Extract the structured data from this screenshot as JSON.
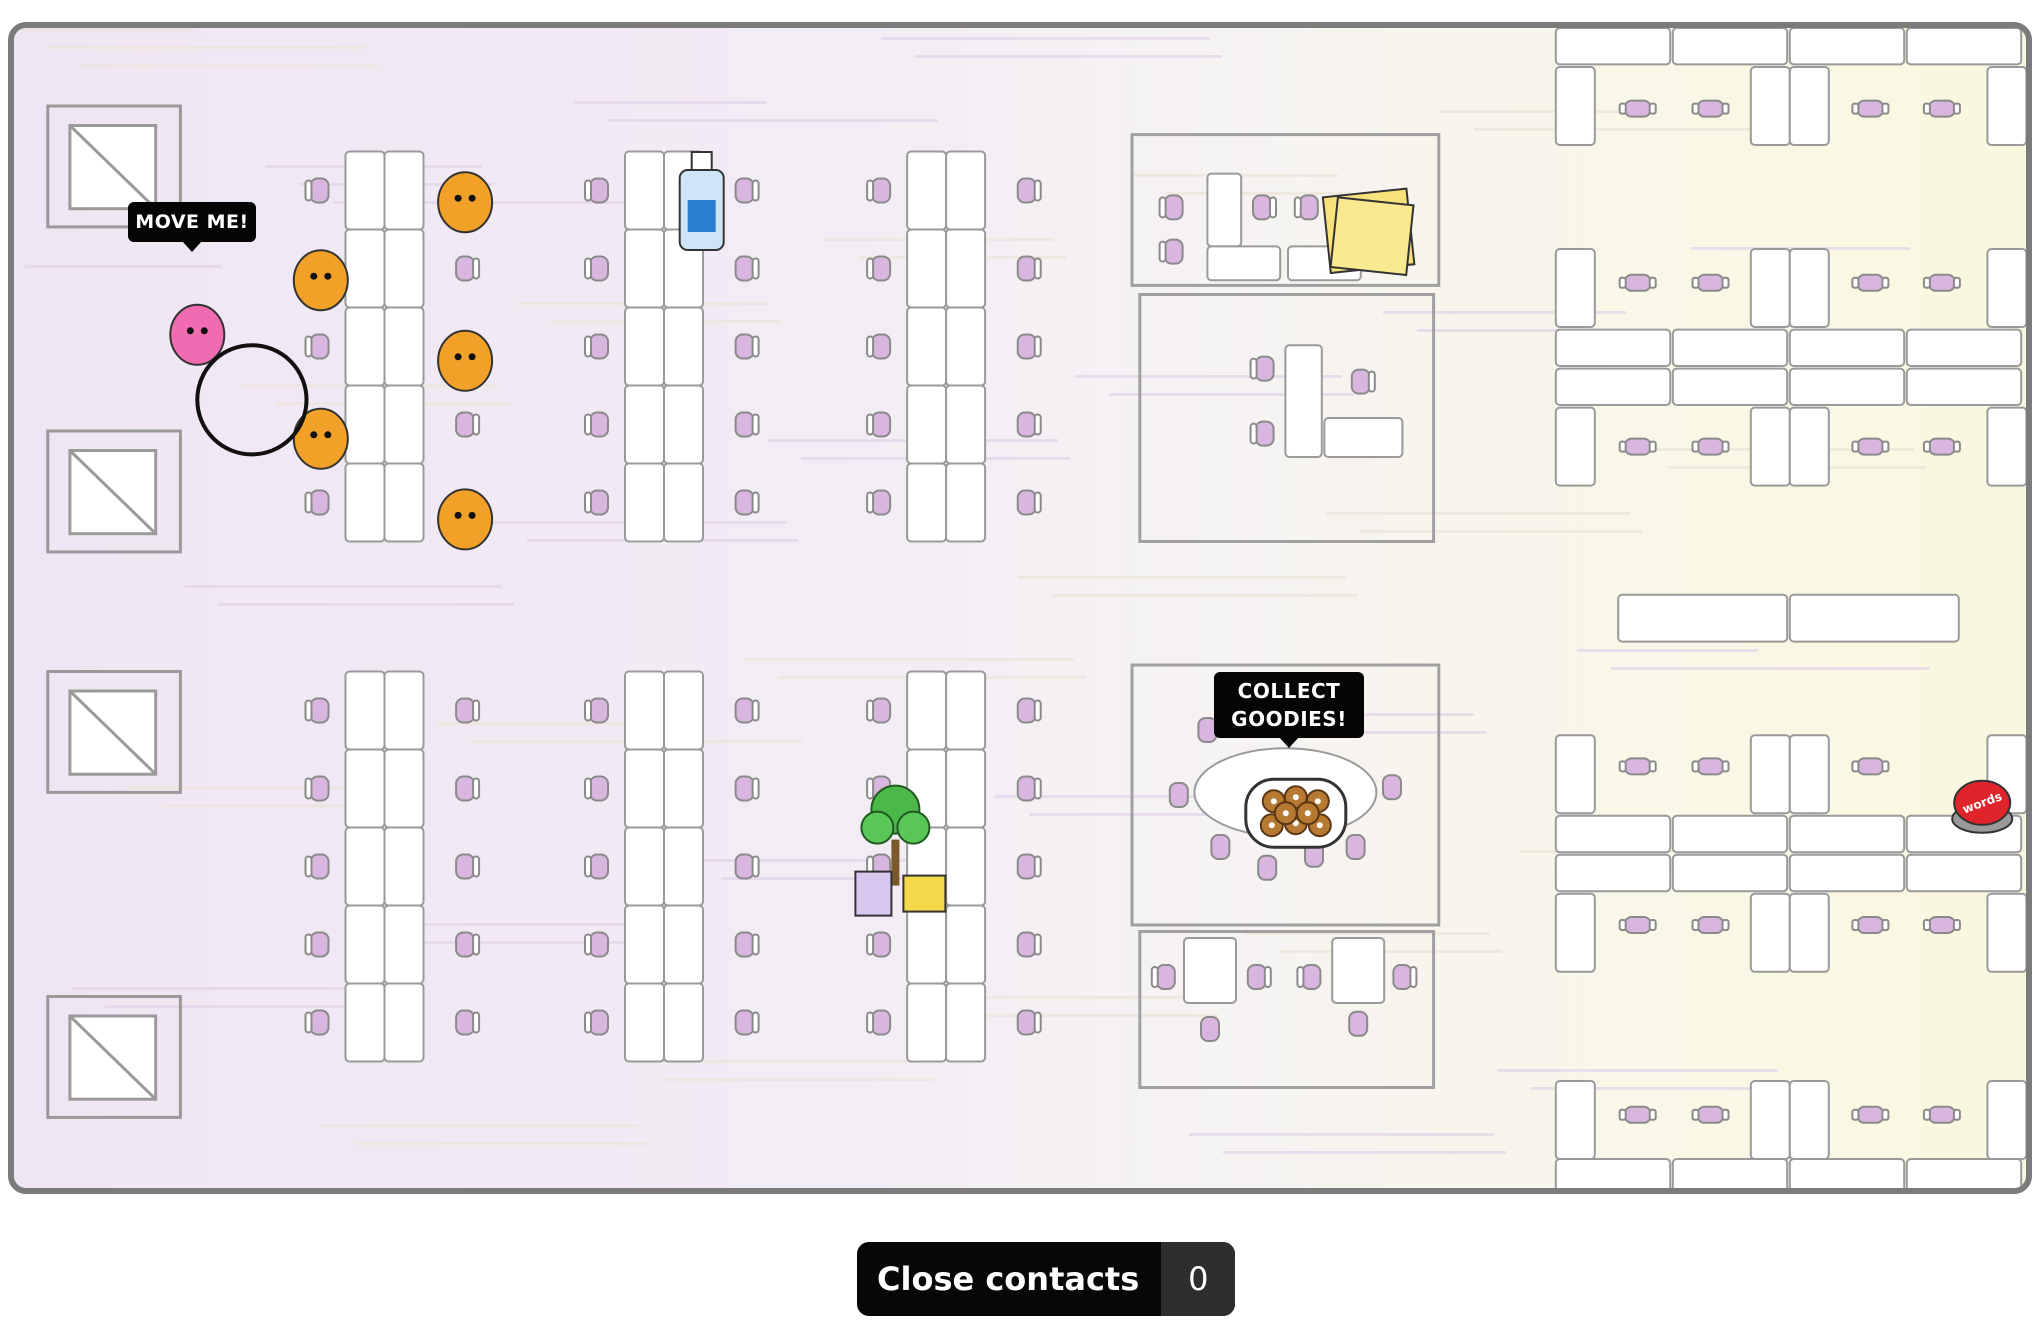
{
  "scene": {
    "move_me_label": "MOVE ME!",
    "collect_goodies_line1": "COLLECT",
    "collect_goodies_line2": "GOODIES!",
    "button_label": "words"
  },
  "footer": {
    "close_contacts_label": "Close contacts",
    "close_contacts_count": "0"
  },
  "colors": {
    "chair": "#d9b6df",
    "chair_outline": "#8a8a8a",
    "desk": "#ffffff",
    "player": "#f06bb0",
    "npc": "#f2a128",
    "button_red": "#e0242b"
  },
  "icons": [
    "door-icon",
    "player-avatar-icon",
    "npc-avatar-icon",
    "hand-sanitizer-icon",
    "sticky-notes-icon",
    "donuts-icon",
    "plant-icon",
    "red-button-icon"
  ]
}
